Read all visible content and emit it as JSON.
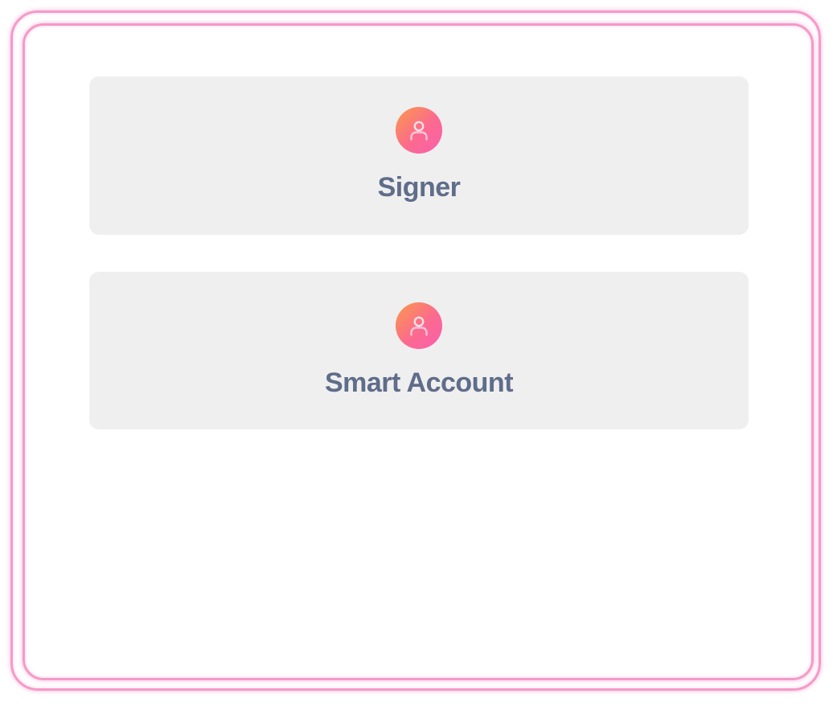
{
  "options": [
    {
      "id": "signer",
      "label": "Signer",
      "icon": "user-icon"
    },
    {
      "id": "smart-account",
      "label": "Smart Account",
      "icon": "user-icon"
    }
  ],
  "colors": {
    "frame_glow": "#f59ac8",
    "card_background": "#efefef",
    "label_text": "#5f6d8a",
    "avatar_gradient_start": "#fb9a4a",
    "avatar_gradient_end": "#fb5fb0"
  }
}
